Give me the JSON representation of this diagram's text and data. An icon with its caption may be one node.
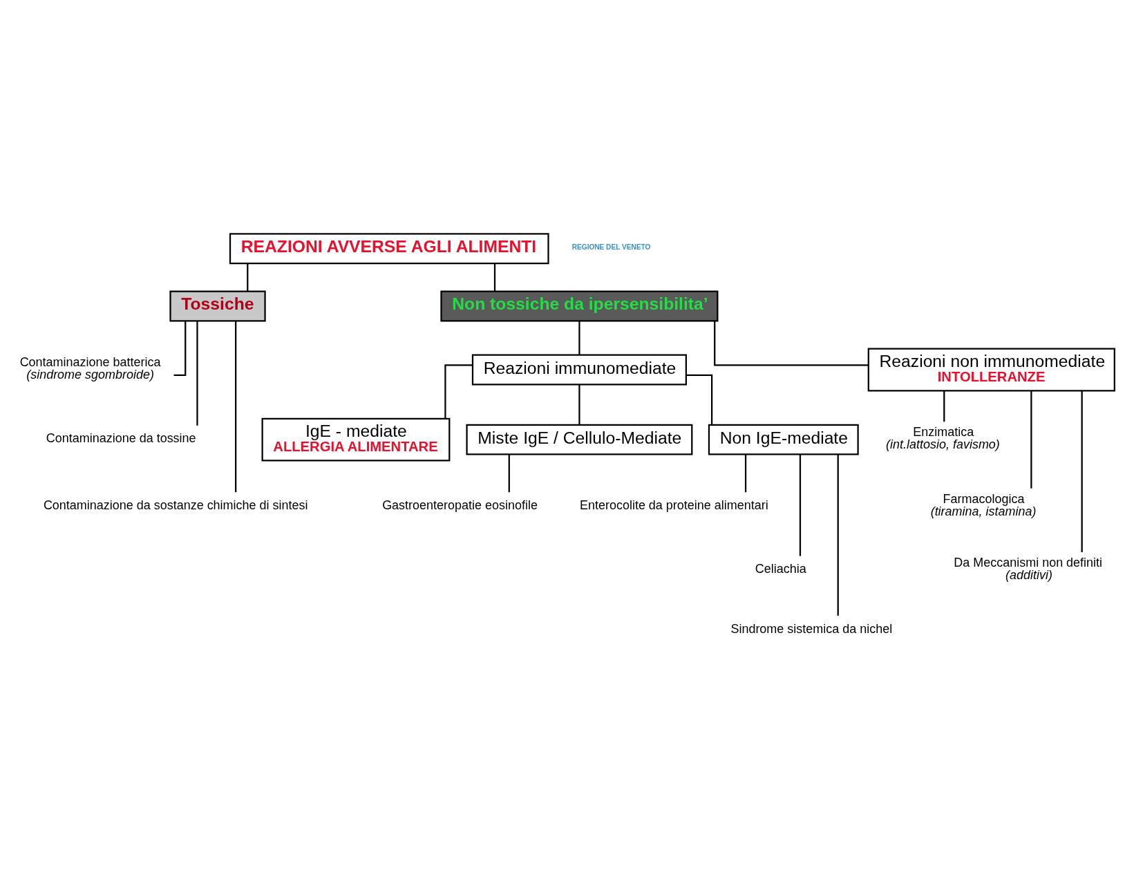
{
  "diagram": {
    "nodes": [
      {
        "text": [
          "REAZIONI AVVERSE AGLI ALIMENTI"
        ]
      },
      {
        "text": [
          "Tossiche"
        ]
      },
      {
        "text": [
          "Non tossiche da ipersensibilita’"
        ]
      },
      {
        "text": [
          "Contaminazione batterica",
          "(sindrome sgombroide)"
        ]
      },
      {
        "text": [
          "Contaminazione da tossine"
        ]
      },
      {
        "text": [
          "Contaminazione da sostanze chimiche di sintesi"
        ]
      },
      {
        "text": [
          "Reazioni immunomediate"
        ]
      },
      {
        "text": [
          "Reazioni non immunomediate",
          "INTOLLERANZE"
        ]
      },
      {
        "text": [
          "IgE - mediate",
          "ALLERGIA ALIMENTARE"
        ]
      },
      {
        "text": [
          "Miste IgE / Cellulo-Mediate"
        ]
      },
      {
        "text": [
          "Non IgE-mediate"
        ]
      },
      {
        "text": [
          "Gastroenteropatie eosinofile"
        ]
      },
      {
        "text": [
          "Enterocolite da proteine alimentari"
        ]
      },
      {
        "text": [
          "Celiachia"
        ]
      },
      {
        "text": [
          "Sindrome sistemica da nichel"
        ]
      },
      {
        "text": [
          "Enzimatica",
          "(int.lattosio, favismo)"
        ]
      },
      {
        "text": [
          "Farmacologica",
          "(tiramina, istamina)"
        ]
      },
      {
        "text": [
          "Da Meccanismi non definiti",
          "(additivi)"
        ]
      }
    ],
    "edges": [
      {
        "from": 0,
        "to": 1,
        "arrow": "none"
      },
      {
        "from": 0,
        "to": 2,
        "arrow": "none"
      },
      {
        "from": 1,
        "to": 3,
        "arrow": "none"
      },
      {
        "from": 1,
        "to": 4,
        "arrow": "none"
      },
      {
        "from": 1,
        "to": 5,
        "arrow": "none"
      },
      {
        "from": 2,
        "to": 6,
        "arrow": "none"
      },
      {
        "from": 2,
        "to": 7,
        "arrow": "none"
      },
      {
        "from": 6,
        "to": 8,
        "arrow": "none"
      },
      {
        "from": 6,
        "to": 9,
        "arrow": "none"
      },
      {
        "from": 6,
        "to": 10,
        "arrow": "none"
      },
      {
        "from": 9,
        "to": 11,
        "arrow": "none"
      },
      {
        "from": 10,
        "to": 12,
        "arrow": "none"
      },
      {
        "from": 10,
        "to": 13,
        "arrow": "none"
      },
      {
        "from": 10,
        "to": 14,
        "arrow": "none"
      },
      {
        "from": 7,
        "to": 15,
        "arrow": "none"
      },
      {
        "from": 7,
        "to": 16,
        "arrow": "none"
      },
      {
        "from": 7,
        "to": 17,
        "arrow": "none"
      }
    ],
    "labels": [
      "REGIONE DEL VENETO"
    ]
  }
}
